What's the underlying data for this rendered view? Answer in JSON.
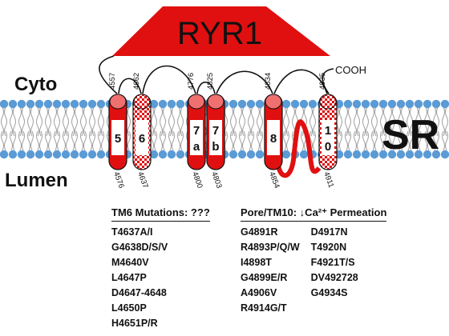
{
  "protein": {
    "name": "RYR1",
    "c_terminus": "COOH"
  },
  "compartments": {
    "cytosol": "Cyto",
    "lumen": "Lumen",
    "membrane": "SR"
  },
  "helices": [
    {
      "label": "5",
      "top_residue": "4557",
      "bottom_residue": "4576"
    },
    {
      "label": "6",
      "top_residue": "4662",
      "bottom_residue": "4637"
    },
    {
      "label": "7a",
      "top_residue": "4776",
      "bottom_residue": "4800"
    },
    {
      "label": "7b",
      "top_residue": "4825",
      "bottom_residue": "4803"
    },
    {
      "label": "8",
      "top_residue": "4834",
      "bottom_residue": "4854"
    },
    {
      "label": "10",
      "top_residue": "4935",
      "bottom_residue": "4911"
    }
  ],
  "tm6_mutations": {
    "heading": "TM6 Mutations: ???",
    "items": [
      "T4637A/I",
      "G4638D/S/V",
      "M4640V",
      "L4647P",
      "D4647-4648",
      "L4650P",
      "H4651P/R"
    ]
  },
  "pore_mutations": {
    "heading": "Pore/TM10: ↓Ca²⁺ Permeation",
    "column1": [
      "G4891R",
      "R4893P/Q/W",
      "I4898T",
      "G4899E/R",
      "A4906V",
      "R4914G/T"
    ],
    "column2": [
      "D4917N",
      "T4920N",
      "F4921T/S",
      "DV492728",
      "G4934S"
    ]
  },
  "colors": {
    "red": "#e01010",
    "lipid_head": "#5b9bd5",
    "tail": "#a0a0a0"
  }
}
